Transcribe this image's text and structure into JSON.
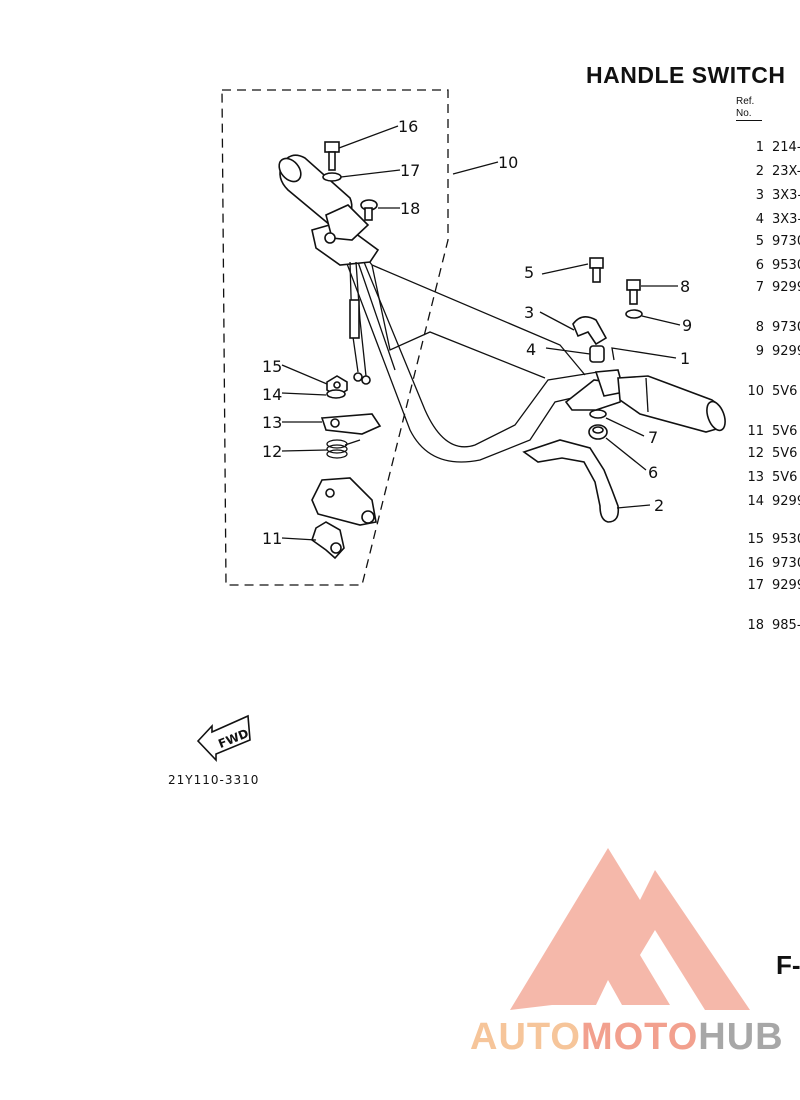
{
  "title": "HANDLE SWITCH",
  "ref_header": [
    "Ref.",
    "No."
  ],
  "parts_table": [
    {
      "no": "1",
      "part": "214-"
    },
    {
      "no": "2",
      "part": "23X-"
    },
    {
      "no": "3",
      "part": "3X3-"
    },
    {
      "no": "4",
      "part": "3X3-"
    },
    {
      "no": "5",
      "part": "9730"
    },
    {
      "no": "6",
      "part": "9530"
    },
    {
      "no": "7",
      "part": "9299"
    },
    {
      "no": "8",
      "part": "9730"
    },
    {
      "no": "9",
      "part": "9299"
    },
    {
      "no": "10",
      "part": "5V6"
    },
    {
      "no": "11",
      "part": "5V6"
    },
    {
      "no": "12",
      "part": "5V6"
    },
    {
      "no": "13",
      "part": "5V6"
    },
    {
      "no": "14",
      "part": "9299"
    },
    {
      "no": "15",
      "part": "9530"
    },
    {
      "no": "16",
      "part": "9730"
    },
    {
      "no": "17",
      "part": "9299"
    },
    {
      "no": "18",
      "part": "985-"
    }
  ],
  "callouts": [
    "16",
    "17",
    "10",
    "18",
    "5",
    "8",
    "3",
    "9",
    "4",
    "1",
    "15",
    "14",
    "13",
    "12",
    "7",
    "6",
    "2",
    "11"
  ],
  "fwd_label": "FWD",
  "illustration_code": "21Y110-3310",
  "page_code": "F-",
  "watermark": {
    "part1": "AUTO",
    "part2": "MOTO",
    "part3": "HUB",
    "colors": {
      "part1": "#f6c59a",
      "part2": "#f2a08e",
      "part3": "#a7a7a7",
      "logo": "#f2a08e"
    }
  }
}
